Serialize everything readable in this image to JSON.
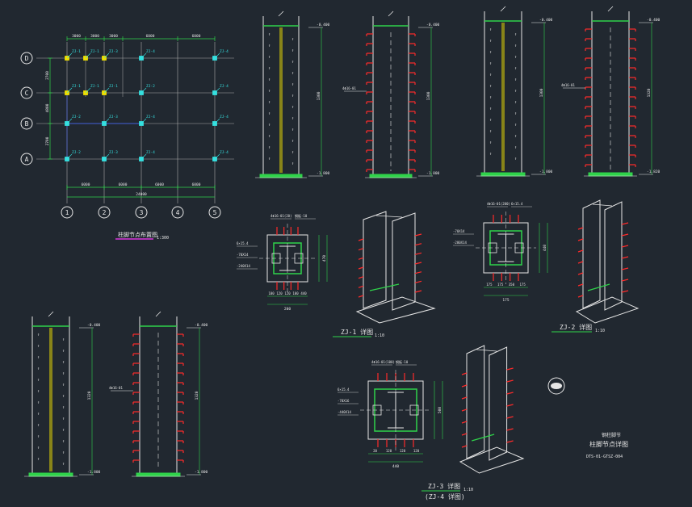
{
  "colors": {
    "background": "#212830",
    "line": "#e6e6e6",
    "green": "#2fd34a",
    "red": "#ff2a2a",
    "yellow": "#f0e000",
    "cyan": "#35e0e0",
    "blue": "#3a5cff",
    "magenta": "#ff3aff",
    "grid": "#aaaaaa"
  },
  "plan": {
    "col_labels": [
      "1",
      "2",
      "3",
      "4",
      "5"
    ],
    "row_labels": [
      "D",
      "C",
      "B",
      "A"
    ],
    "top_dims": [
      "3000",
      "3000",
      "3000",
      "6000",
      "6000"
    ],
    "bottom_dims": [
      "6000",
      "6000",
      "6000",
      "6000"
    ],
    "total_dim": "24000",
    "left_dims": [
      "2700",
      "4800",
      "2700"
    ],
    "row_tags": [
      [
        "ZJ-1",
        "ZJ-1",
        "ZJ-3",
        "ZJ-4",
        "ZJ-4"
      ],
      [
        "ZJ-1",
        "ZJ-1",
        "ZJ-1",
        "ZJ-2",
        "ZJ-4"
      ],
      [
        "ZJ-2",
        "ZJ-3",
        "ZJ-4",
        "ZJ-4"
      ],
      [
        "ZJ-2",
        "ZJ-3",
        "ZJ-4",
        "ZJ-4"
      ]
    ],
    "title": "柱脚节点布置图",
    "scale": "1:300"
  },
  "elevations": {
    "top_level": "-0.400",
    "bottom_level": "-1.800",
    "bottom_level_alt": "-1.820",
    "height": "1300",
    "height_alt": "1320",
    "rebar_note": "4Φ16-01"
  },
  "details": [
    {
      "label": "ZJ-1 详图",
      "scale": "1:10",
      "notes": [
        "4Φ16-01(20)",
        "钢板-10",
        "6×15.4",
        "-70X14",
        "-240X14"
      ],
      "dims": [
        "100",
        "120",
        "120",
        "100",
        "440",
        "200",
        "470"
      ]
    },
    {
      "label": "ZJ-2 详图",
      "scale": "1:10",
      "notes": [
        "4Φ16-01(200)",
        "6×15.4",
        "-70X14",
        "-280X14"
      ],
      "dims": [
        "175",
        "175",
        "350",
        "175",
        "175",
        "440"
      ]
    },
    {
      "label": "ZJ-3 详图",
      "label_alt": "(ZJ-4 详图)",
      "scale": "1:10",
      "notes": [
        "4Φ16-01(100)",
        "钢板-10",
        "6×15.4",
        "-70X16",
        "-440X14"
      ],
      "dims": [
        "20",
        "120",
        "120",
        "120",
        "440",
        "500"
      ]
    }
  ],
  "title_block": {
    "line1": "钢柱脚节",
    "line2": "柱脚节点详图",
    "code": "DTS-01-GTSZ-004"
  }
}
